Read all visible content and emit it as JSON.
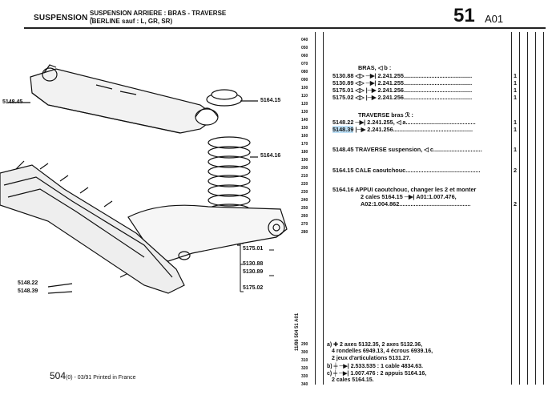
{
  "header": {
    "section": "SUSPENSION -",
    "title_line1": "SUSPENSION ARRIERE : BRAS - TRAVERSE",
    "title_line2": "(BERLINE sauf : L, GR, SR)",
    "page_number": "51",
    "page_sub": "A01"
  },
  "line_numbers": [
    "040",
    "050",
    "060",
    "070",
    "080",
    "090",
    "100",
    "110",
    "120",
    "130",
    "140",
    "150",
    "160",
    "170",
    "180",
    "190",
    "200",
    "210",
    "220",
    "230",
    "240",
    "250",
    "260",
    "270",
    "280"
  ],
  "line_numbers_bottom": [
    "290",
    "300",
    "310",
    "320",
    "330",
    "340"
  ],
  "parts": [
    {
      "text": "BRAS,  ◁ b :",
      "qty": ""
    },
    {
      "text": "5130.88  ◁▷ ─▶| 2.241.255..........................................",
      "qty": "1"
    },
    {
      "text": "5130.89  ◁▷ ─▶| 2.241.255..........................................",
      "qty": "1"
    },
    {
      "text": "5175.01  ◁▷ |─▶ 2.241.256..........................................",
      "qty": "1"
    },
    {
      "text": "5175.02  ◁▷ |─▶ 2.241.256..........................................",
      "qty": "1"
    },
    {
      "text": "TRAVERSE bras  ℛ  :",
      "qty": ""
    },
    {
      "text": "5148.22  ─▶| 2.241.255,  ◁ a...........................................",
      "qty": "1"
    },
    {
      "text_hl": "5148.39",
      "text": "  |─▶  2.241.256.................................................",
      "qty": "1"
    },
    {
      "text": "5148.45  TRAVERSE suspension,  ◁ c..............................",
      "qty": "1"
    },
    {
      "text": "5164.15  CALE caoutchouc..............................................",
      "qty": "2"
    },
    {
      "text": "5164.16  APPUI caoutchouc, changer les 2 et monter",
      "qty": ""
    },
    {
      "text": "2 cales 5164.15  ─▶| A01:1.007.476,",
      "qty": ""
    },
    {
      "text": "A02:1.004.862............................................",
      "qty": "2"
    }
  ],
  "notes": [
    "a)  ✚  2 axes 5132.35, 2 axes 5132.36,",
    "4 rondelles 6949.13, 4 écrous 6939.16,",
    "2 jeux d'articulations 5131.27.",
    "b)  ╪  ─▶| 2.533.535 : 1 cable 4834.63.",
    "c)  ╪  ─▶| 1.007.476 : 2 appuis 5164.16,",
    "2 cales 5164.15."
  ],
  "callouts": {
    "c1": "5148.45",
    "c2": "5164.15",
    "c3": "5164.16",
    "c4": "5175.01",
    "c5": "5130.88",
    "c6": "5130.89",
    "c7": "5175.02",
    "c8": "5148.22",
    "c9": "5148.39"
  },
  "side_code": "11/86  504  51 A01",
  "footer": {
    "main": "504",
    "sub": "(0) - 03/91 Printed in France"
  }
}
